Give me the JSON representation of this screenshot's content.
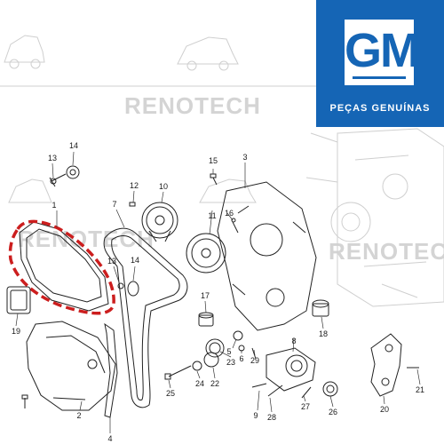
{
  "watermark": {
    "brand": "RENOTECH"
  },
  "logo": {
    "letters": "GM",
    "tagline": "PEÇAS GENUÍNAS",
    "background_color": "#1565b5"
  },
  "highlight": {
    "part_number": "1",
    "style": "red dashed outline",
    "color": "#cc1e1e"
  },
  "callouts": [
    "1",
    "2",
    "3",
    "4",
    "5",
    "6",
    "7",
    "8",
    "9",
    "10",
    "11",
    "12",
    "13",
    "13",
    "14",
    "14",
    "15",
    "16",
    "17",
    "18",
    "19",
    "20",
    "21",
    "22",
    "23",
    "24",
    "25",
    "26",
    "27",
    "28",
    "29"
  ]
}
